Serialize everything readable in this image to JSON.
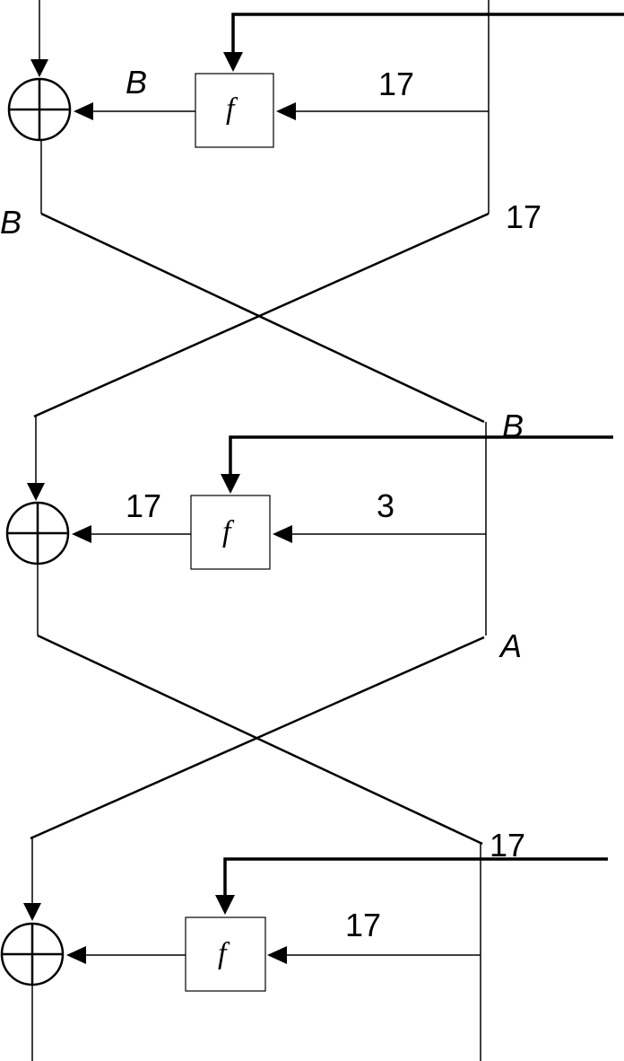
{
  "diagram": {
    "rounds": [
      {
        "function_label": "f",
        "output_label": "B",
        "input_label": "17",
        "left_out_label": "B",
        "right_out_label": "17"
      },
      {
        "function_label": "f",
        "output_label": "17",
        "input_label": "3",
        "left_in_label": "B",
        "right_out_label": "A"
      },
      {
        "function_label": "f",
        "output_label": "",
        "input_label": "17",
        "left_in_label": "17"
      }
    ]
  }
}
